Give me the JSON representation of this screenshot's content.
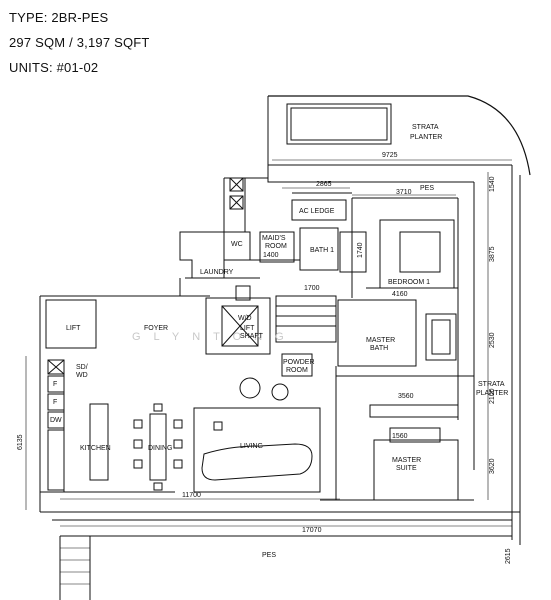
{
  "header": {
    "type": "TYPE: 2BR-PES",
    "area": "297 SQM / 3,197 SQFT",
    "units": "UNITS:  #01-02"
  },
  "rooms": {
    "strata_planter_top": [
      "STRATA",
      "PLANTER"
    ],
    "pes_top": "PES",
    "ac_ledge": "AC LEDGE",
    "wc": "WC",
    "wd": "W/D",
    "maids_room": [
      "MAID'S",
      "ROOM"
    ],
    "bath1": "BATH 1",
    "laundry": "LAUNDRY",
    "bedroom1": "BEDROOM 1",
    "lift": "LIFT",
    "foyer": "FOYER",
    "lift_shaft": [
      "LIFT",
      "SHAFT"
    ],
    "master_bath": [
      "MASTER",
      "BATH"
    ],
    "powder_room": [
      "POWDER",
      "ROOM"
    ],
    "sd_wd": [
      "SD/",
      "WD"
    ],
    "f1": "F",
    "f2": "F",
    "dw": "DW",
    "kitchen": "KITCHEN",
    "dining": "DINING",
    "living": "LIVING",
    "strata_planter_right": [
      "STRATA",
      "PLANTER"
    ],
    "master_suite": [
      "MASTER",
      "SUITE"
    ],
    "pes_bottom": "PES"
  },
  "dimensions": {
    "d9725": "9725",
    "d2865": "2865",
    "d3710": "3710",
    "d1540": "1540",
    "d1400": "1400",
    "d1740": "1740",
    "d3875": "3875",
    "d1700": "1700",
    "d4160": "4160",
    "d2530": "2530",
    "d3560": "3560",
    "d2100": "2100",
    "d6135": "6135",
    "d1560": "1560",
    "d3620": "3620",
    "d11700": "11700",
    "d17070": "17070",
    "d2615": "2615"
  },
  "watermark": "GLYNTONG"
}
